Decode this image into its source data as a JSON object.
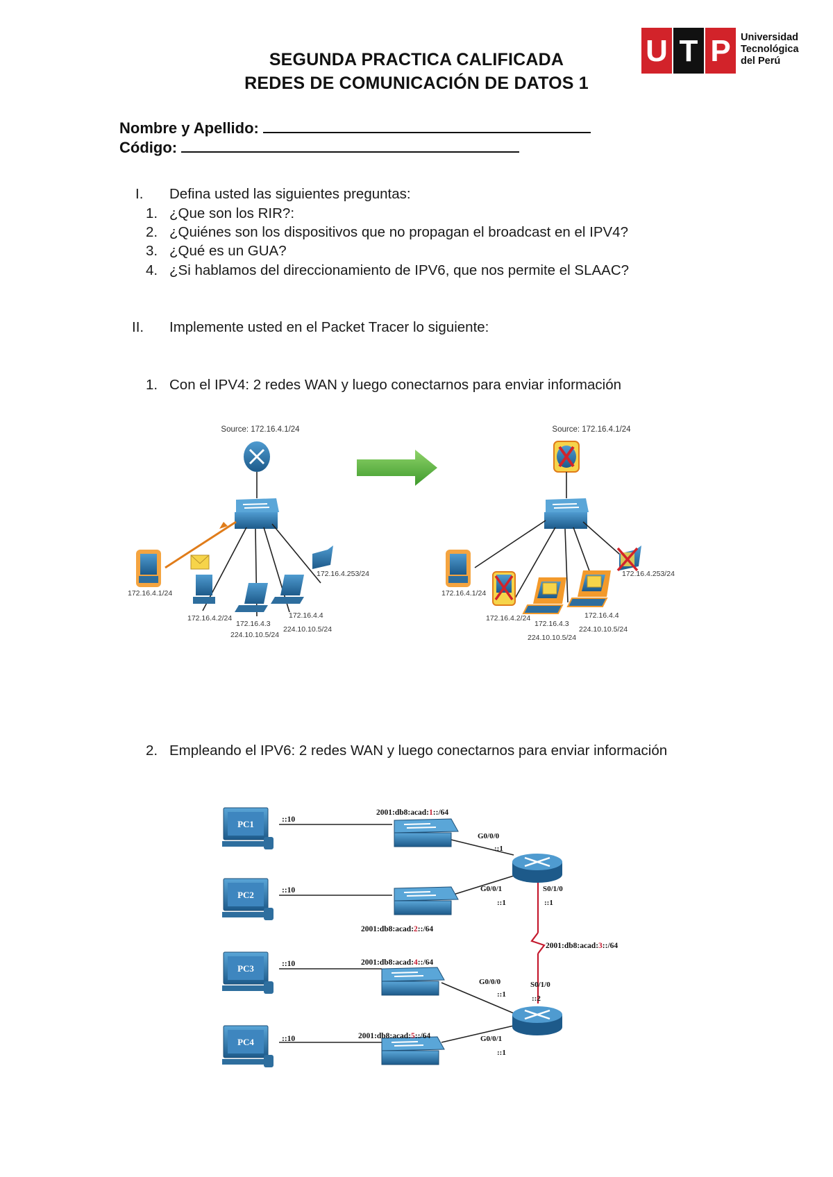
{
  "header": {
    "title_line1": "SEGUNDA PRACTICA CALIFICADA",
    "title_line2": "REDES DE COMUNICACIÓN DE DATOS 1",
    "logo": {
      "letters": [
        "U",
        "T",
        "P"
      ],
      "name_line1": "Universidad",
      "name_line2": "Tecnológica",
      "name_line3": "del Perú",
      "color_red": "#d2232a",
      "color_black": "#111111"
    }
  },
  "form": {
    "name_label": "Nombre y Apellido:",
    "code_label": "Código:"
  },
  "section1": {
    "numeral": "I.",
    "heading": "Defina usted las siguientes preguntas:",
    "questions": [
      {
        "num": "1.",
        "text": "¿Que son los RIR?:"
      },
      {
        "num": "2.",
        "text": "¿Quiénes son los dispositivos que no propagan el broadcast en el IPV4?"
      },
      {
        "num": "3.",
        "text": "¿Qué es un GUA?"
      },
      {
        "num": "4.",
        "text": "¿Si hablamos del direccionamiento de IPV6, que nos permite el SLAAC?"
      }
    ]
  },
  "section2": {
    "numeral": "II.",
    "heading": "Implemente usted en el Packet Tracer lo siguiente:",
    "tasks": [
      {
        "num": "1.",
        "text": "Con el IPV4: 2 redes WAN y luego conectarnos para enviar información"
      },
      {
        "num": "2.",
        "text": "Empleando el IPV6: 2 redes WAN y luego conectarnos para enviar información"
      }
    ]
  },
  "diagram1": {
    "left": {
      "source": "Source: 172.16.4.1/24",
      "pc1": "172.16.4.1/24",
      "pc2": "172.16.4.2/24",
      "laptop3_a": "172.16.4.3",
      "laptop3_b": "224.10.10.5/24",
      "laptop4_a": "172.16.4.4",
      "laptop4_b": "224.10.10.5/24",
      "printer": "172.16.4.253/24"
    },
    "right": {
      "source": "Source: 172.16.4.1/24",
      "pc1": "172.16.4.1/24",
      "pc2": "172.16.4.2/24",
      "laptop3_a": "172.16.4.3",
      "laptop3_b": "224.10.10.5/24",
      "laptop4_a": "172.16.4.4",
      "laptop4_b": "224.10.10.5/24",
      "printer": "172.16.4.253/24"
    }
  },
  "diagram2": {
    "pcs": [
      "PC1",
      "PC2",
      "PC3",
      "PC4"
    ],
    "host_id": "::10",
    "net1": {
      "pre": "2001:db8:acad:",
      "id": "1",
      "post": "::/64"
    },
    "net2": {
      "pre": "2001:db8:acad:",
      "id": "2",
      "post": "::/64"
    },
    "net3": {
      "pre": "2001:db8:acad:",
      "id": "3",
      "post": "::/64"
    },
    "net4": {
      "pre": "2001:db8:acad:",
      "id": "4",
      "post": "::/64"
    },
    "net5": {
      "pre": "2001:db8:acad:",
      "id": "5",
      "post": "::/64"
    },
    "r1_g000": "G0/0/0",
    "r1_g000_ip": "::1",
    "r1_g001": "G0/0/1",
    "r1_g001_ip": "::1",
    "r1_s010": "S0/1/0",
    "r1_s010_ip": "::1",
    "r2_s010": "S0/1/0",
    "r2_s010_ip": "::2",
    "r2_g000": "G0/0/0",
    "r2_g000_ip": "::1",
    "r2_g001": "G0/0/1",
    "r2_g001_ip": "::1"
  }
}
